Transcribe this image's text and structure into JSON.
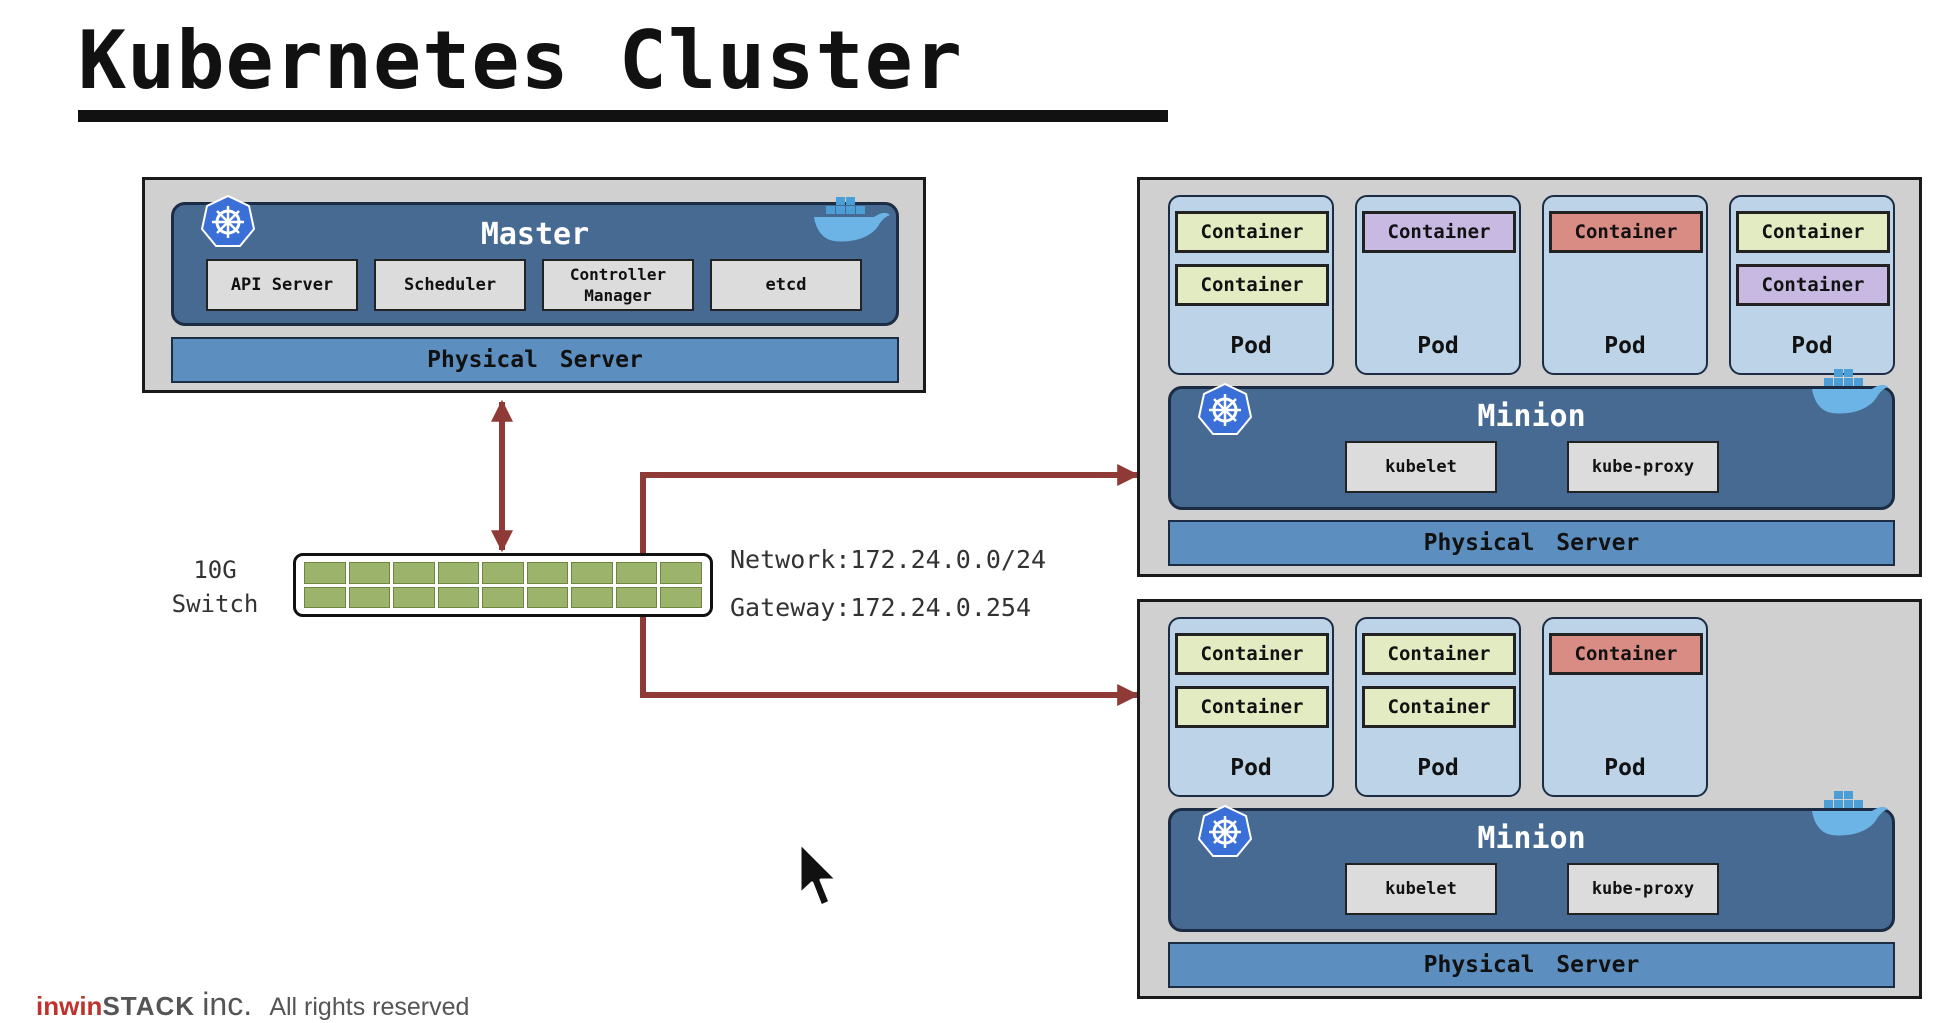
{
  "title": "Kubernetes Cluster",
  "master": {
    "label": "Master",
    "components": [
      "API Server",
      "Scheduler",
      "Controller\nManager",
      "etcd"
    ],
    "physical_label": "Physical Server"
  },
  "switch": {
    "label": "10G\nSwitch",
    "network": "Network:172.24.0.0/24",
    "gateway": "Gateway:172.24.0.254"
  },
  "minions": [
    {
      "label": "Minion",
      "components": [
        "kubelet",
        "kube-proxy"
      ],
      "physical_label": "Physical Server",
      "pods": [
        {
          "label": "Pod",
          "containers": [
            {
              "label": "Container",
              "color": "#e3ebc2"
            },
            {
              "label": "Container",
              "color": "#e3ebc2"
            }
          ]
        },
        {
          "label": "Pod",
          "containers": [
            {
              "label": "Container",
              "color": "#c8b9e2"
            }
          ]
        },
        {
          "label": "Pod",
          "containers": [
            {
              "label": "Container",
              "color": "#d88c84"
            }
          ]
        },
        {
          "label": "Pod",
          "containers": [
            {
              "label": "Container",
              "color": "#e3ebc2"
            },
            {
              "label": "Container",
              "color": "#c8b9e2"
            }
          ]
        }
      ]
    },
    {
      "label": "Minion",
      "components": [
        "kubelet",
        "kube-proxy"
      ],
      "physical_label": "Physical Server",
      "pods": [
        {
          "label": "Pod",
          "containers": [
            {
              "label": "Container",
              "color": "#e3ebc2"
            },
            {
              "label": "Container",
              "color": "#e3ebc2"
            }
          ]
        },
        {
          "label": "Pod",
          "containers": [
            {
              "label": "Container",
              "color": "#e3ebc2"
            },
            {
              "label": "Container",
              "color": "#e3ebc2"
            }
          ]
        },
        {
          "label": "Pod",
          "containers": [
            {
              "label": "Container",
              "color": "#d88c84"
            }
          ]
        }
      ]
    }
  ],
  "footer": {
    "brand_part1": "inwin",
    "brand_part2": "STACK",
    "brand_part3": "inc.",
    "rights": "All rights reserved"
  },
  "colors": {
    "connector": "#8f3a36",
    "node": "#466a92",
    "physical": "#5c8fc0",
    "server": "#d0d0d0",
    "pod": "#bcd3e8",
    "switch_port": "#9bb36a"
  },
  "icons": [
    "kubernetes-helm-icon",
    "docker-whale-icon",
    "mouse-cursor-icon"
  ]
}
